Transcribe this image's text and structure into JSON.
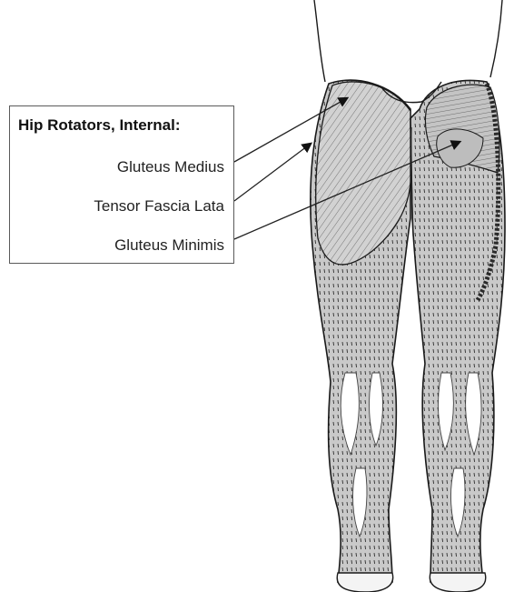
{
  "legend": {
    "title": "Hip Rotators, Internal:",
    "items": [
      {
        "label": "Gluteus Medius"
      },
      {
        "label": "Tensor Fascia Lata"
      },
      {
        "label": "Gluteus Minimis"
      }
    ]
  },
  "colors": {
    "outline": "#1a1a1a",
    "muscle_fill": "#cfcfcf",
    "shadow_fill": "#a8a8a8",
    "background": "#ffffff",
    "leader_line": "#222222"
  }
}
